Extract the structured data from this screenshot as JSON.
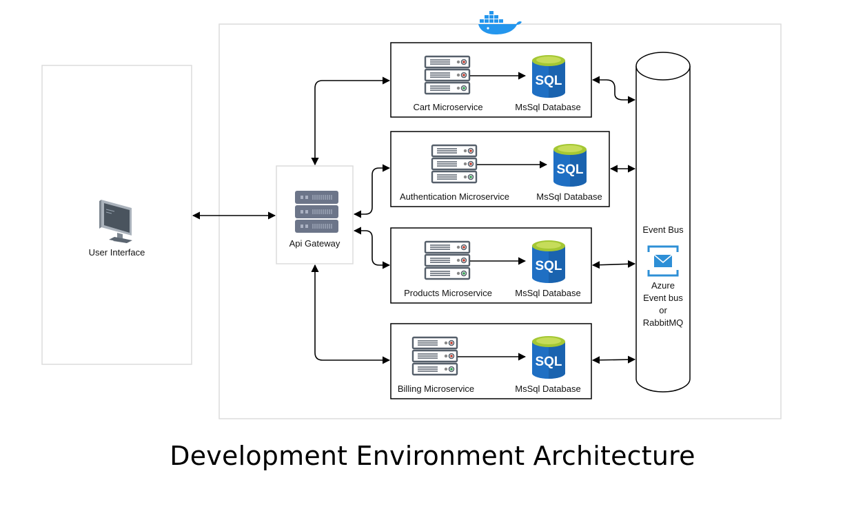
{
  "title": "Development Environment Architecture",
  "user_interface": {
    "label": "User Interface",
    "icon": "monitor-icon"
  },
  "api_gateway": {
    "label": "Api Gateway",
    "icon": "server-stack-icon"
  },
  "container_icon": "docker-whale-icon",
  "microservices": [
    {
      "service_label": "Cart Microservice",
      "db_label": "MsSql Database",
      "db_icon_text": "SQL"
    },
    {
      "service_label": "Authentication Microservice",
      "db_label": "MsSql Database",
      "db_icon_text": "SQL"
    },
    {
      "service_label": "Products Microservice",
      "db_label": "MsSql Database",
      "db_icon_text": "SQL"
    },
    {
      "service_label": "Billing Microservice",
      "db_label": "MsSql Database",
      "db_icon_text": "SQL"
    }
  ],
  "event_bus": {
    "label": "Event Bus",
    "icon": "mail-envelope-icon",
    "lines": [
      "Azure",
      "Event bus",
      "or",
      "RabbitMQ"
    ]
  },
  "colors": {
    "sql_blue": "#1f6fc3",
    "sql_blue_dark": "#155a9f",
    "sql_top_green": "#a4c733",
    "server_gray": "#5d6975",
    "gateway_server": "#6c7589",
    "docker_blue": "#2496ed",
    "azure_blue": "#2e8fd6"
  }
}
